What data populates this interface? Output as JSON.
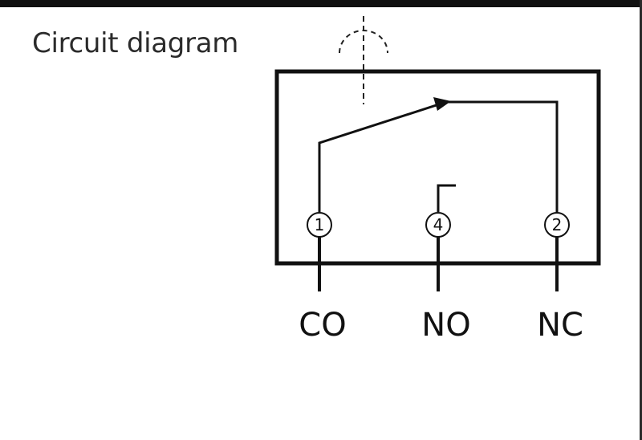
{
  "title": "Circuit diagram",
  "pins": [
    {
      "number": "1",
      "terminal": "CO"
    },
    {
      "number": "4",
      "terminal": "NO"
    },
    {
      "number": "2",
      "terminal": "NC"
    }
  ]
}
